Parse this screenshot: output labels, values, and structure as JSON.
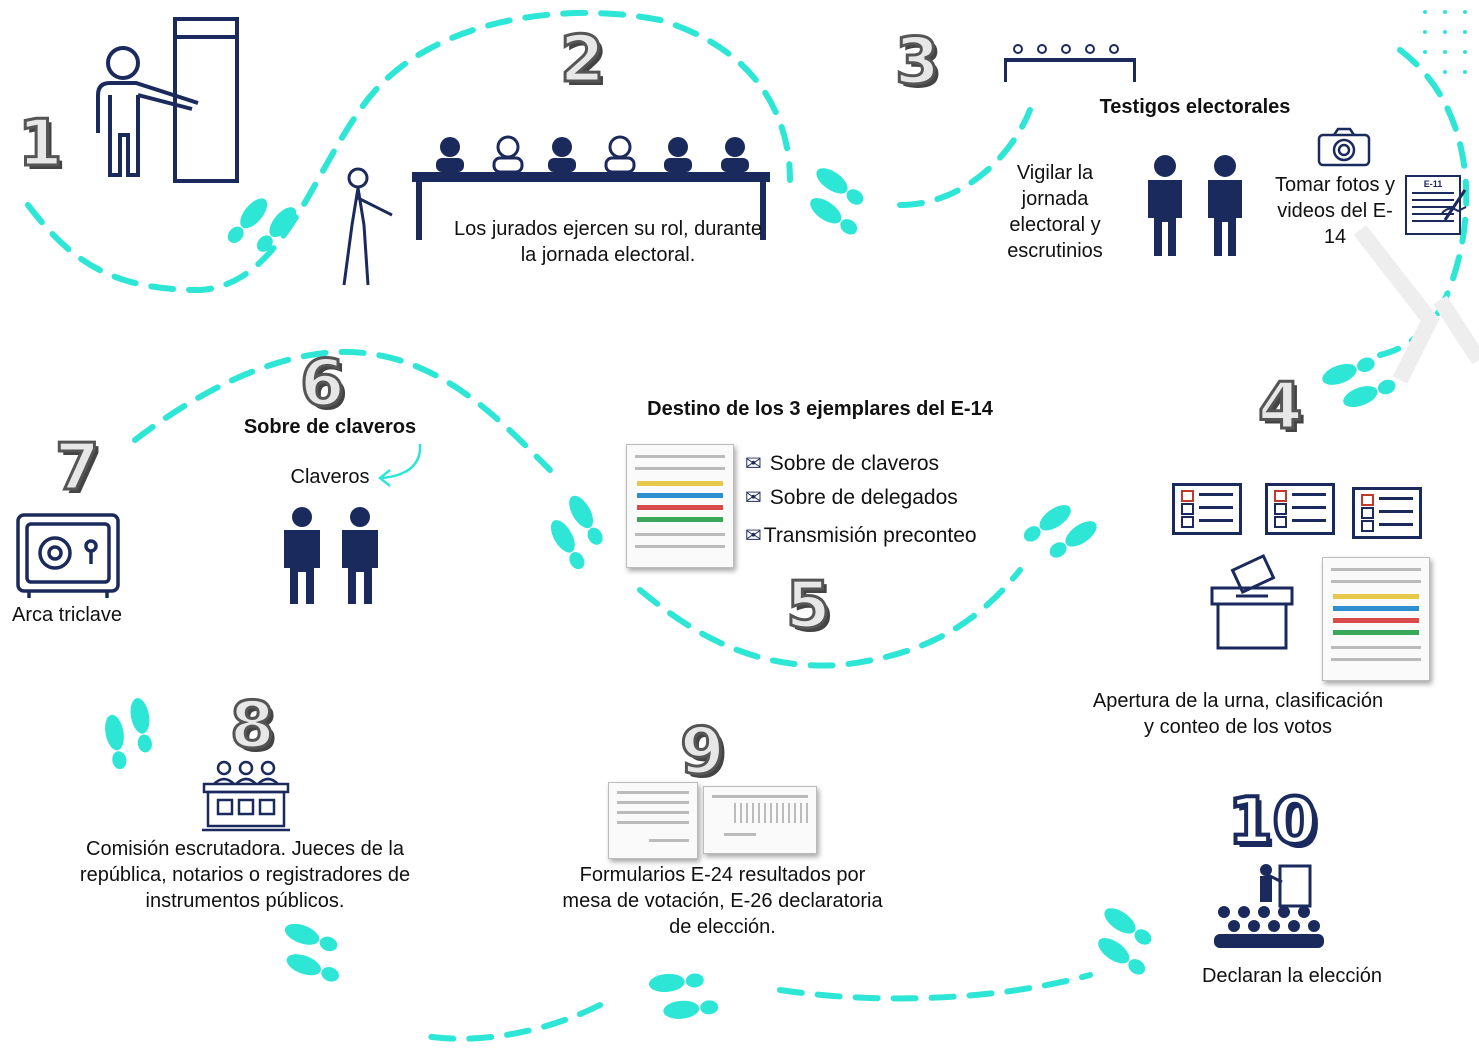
{
  "steps": [
    {
      "number": "1"
    },
    {
      "number": "2",
      "text": "Los jurados ejercen su rol, durante la jornada electoral."
    },
    {
      "number": "3",
      "title": "Testigos electorales",
      "left_text": "Vigilar la jornada electoral y escrutinios",
      "right_text": "Tomar fotos y videos del E-14",
      "form_label": "E-11"
    },
    {
      "number": "4",
      "text": "Apertura de la urna, clasificación y conteo de los votos"
    },
    {
      "number": "5",
      "title": "Destino de los 3 ejemplares del E-14",
      "items": [
        "Sobre de claveros",
        "Sobre de delegados",
        "Transmisión preconteo"
      ]
    },
    {
      "number": "6",
      "title": "Sobre de claveros",
      "label": "Claveros"
    },
    {
      "number": "7",
      "text": "Arca triclave"
    },
    {
      "number": "8",
      "text": "Comisión escrutadora. Jueces de la república, notarios o registradores de instrumentos públicos."
    },
    {
      "number": "9",
      "text": "Formularios E-24 resultados por mesa de votación, E-26 declaratoria de elección."
    },
    {
      "number": "10",
      "text": "Declaran la elección"
    }
  ],
  "colors": {
    "path": "#2ee6d5",
    "icon": "#1b2a5c",
    "number_fill": "#e7e7e7",
    "number_outline": "#555555"
  }
}
